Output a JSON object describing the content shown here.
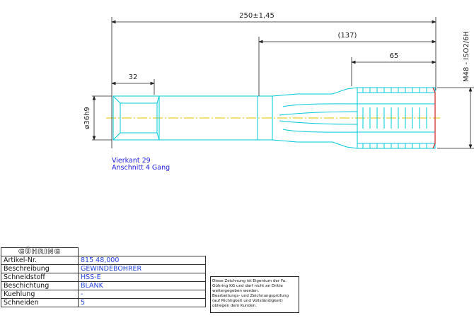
{
  "dimensions": {
    "overall_length": "250±1,45",
    "shank_length": "(137)",
    "thread_length": "65",
    "square_length": "32",
    "shank_diameter": "ø36h9",
    "thread_size": "M48 - ISO2/6H"
  },
  "annotations": {
    "line1": "Vierkant 29",
    "line2": "Anschnitt 4 Gang"
  },
  "title_block": {
    "logo": "GÜHRING",
    "rows": [
      {
        "label": "Artikel-Nr.",
        "value": "815 48,000"
      },
      {
        "label": "Beschreibung",
        "value": "GEWINDEBOHRER"
      },
      {
        "label": "Schneidstoff",
        "value": "HSS-E"
      },
      {
        "label": "Beschichtung",
        "value": "BLANK"
      },
      {
        "label": "Kuehlung",
        "value": "-"
      },
      {
        "label": "Schneiden",
        "value": "5"
      }
    ]
  },
  "note": {
    "lines": [
      "Diese Zeichnung ist Eigentum der Fa.",
      "Gühring KG und darf nicht an Dritte",
      "weitergegeben werden.",
      "Bearbeitungs- und Zeichnungsprüfung",
      "(auf Richtigkeit und Vollständigkeit)",
      "obliegen dem Kunden."
    ]
  },
  "colors": {
    "outline": "#00c8d8",
    "centerline": "#e0c000",
    "thread_red": "#cc2222",
    "text_blue": "#2222dd",
    "dimension": "#222222"
  }
}
